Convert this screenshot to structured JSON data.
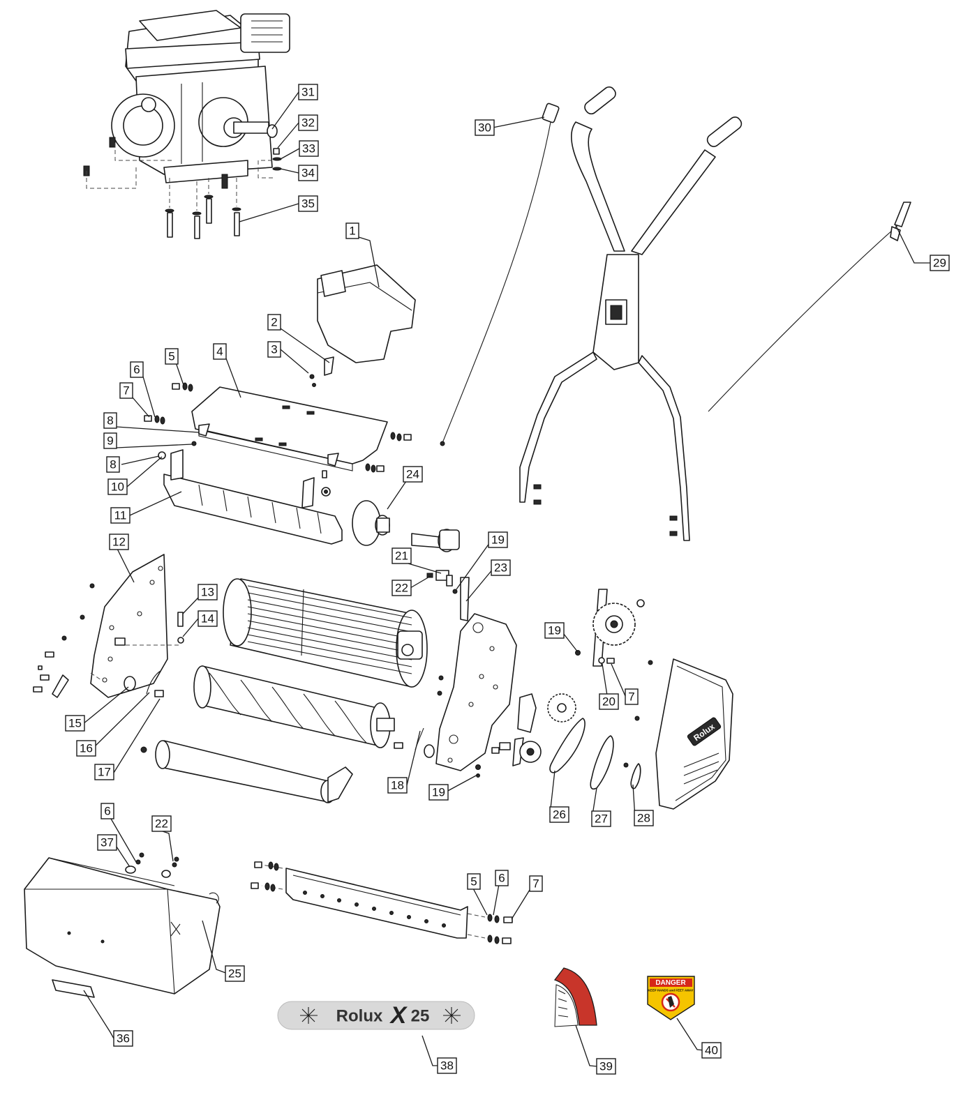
{
  "callouts": [
    "1",
    "2",
    "3",
    "4",
    "5",
    "6",
    "7",
    "8",
    "9",
    "10",
    "11",
    "12",
    "13",
    "14",
    "15",
    "16",
    "17",
    "18",
    "19",
    "20",
    "21",
    "22",
    "23",
    "24",
    "25",
    "26",
    "27",
    "28",
    "29",
    "30",
    "31",
    "32",
    "33",
    "34",
    "35",
    "36",
    "37",
    "38",
    "39",
    "40"
  ],
  "badge": {
    "brand": "Rolux",
    "model_letter": "X",
    "model_number": "25"
  },
  "cover_logo": "Rolux",
  "danger_label": {
    "title": "DANGER",
    "subtitle": "KEEP HANDS and FEET AWAY"
  },
  "colors": {
    "line": "#1a1a1a",
    "badge_bg": "#d9d9d9",
    "danger_yellow": "#f5c400",
    "danger_red": "#d62718",
    "decal_red": "#c8352a"
  }
}
